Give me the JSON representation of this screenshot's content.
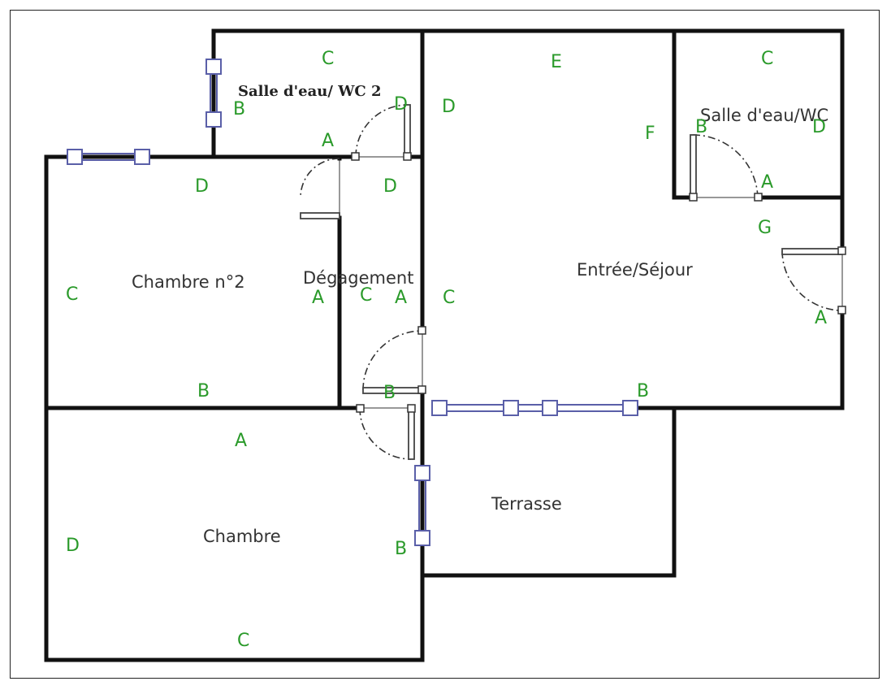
{
  "rooms": {
    "salle_eau_wc2": "Salle d'eau/ WC 2",
    "salle_eau_wc": "Salle d'eau/WC",
    "entree_sejour": "Entrée/Séjour",
    "chambre2": "Chambre n°2",
    "degagement": "Dégagement",
    "terrasse": "Terrasse",
    "chambre": "Chambre"
  },
  "wall_labels": {
    "wc2_c": "C",
    "wc2_b": "B",
    "wc2_d1": "D",
    "wc2_a": "A",
    "deg_d": "D",
    "deg_a1": "A",
    "deg_c": "C",
    "deg_a2": "A",
    "sej_e": "E",
    "sej_d": "D",
    "sej_f": "F",
    "sej_g": "G",
    "sej_c": "C",
    "sej_a": "A",
    "sej_b": "B",
    "wc_c": "C",
    "wc_b": "B",
    "wc_d": "D",
    "wc_a": "A",
    "ch2_d": "D",
    "ch2_c": "C",
    "ch2_b": "B",
    "ch_a": "A",
    "ch_d": "D",
    "ch_c": "C",
    "ch_b": "B",
    "dg_b": "B"
  },
  "colors": {
    "wall": "#111111",
    "label_green": "#2a9a2a",
    "window_blue": "#5a5fa8"
  }
}
